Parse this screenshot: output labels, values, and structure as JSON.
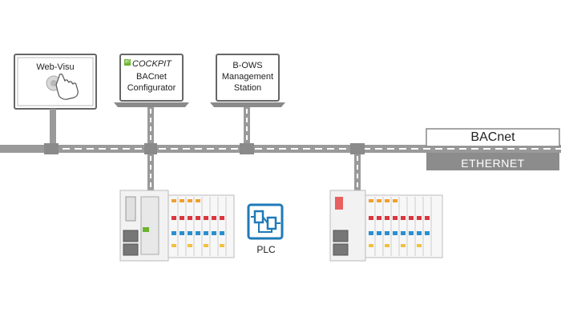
{
  "nodes": {
    "web_visu": {
      "label": "Web-Visu"
    },
    "cockpit": {
      "brand_badge": "e!",
      "brand_name": "COCKPIT",
      "line1": "BACnet",
      "line2": "Configurator"
    },
    "bows": {
      "line1": "B-OWS",
      "line2": "Management",
      "line3": "Station"
    }
  },
  "network": {
    "bacnet_label": "BACnet",
    "ethernet_label": "ETHERNET"
  },
  "plc": {
    "label": "PLC"
  },
  "colors": {
    "bus": "#999999",
    "device_frame": "#666666",
    "screen_bg": "#ffffff",
    "ethernet_band": "#888888",
    "accent_green": "#6bb32e",
    "plc_blue": "#1f7ab8",
    "terminal_red": "#d9363e",
    "terminal_blue": "#2a8fd0",
    "terminal_orange": "#f0a030"
  }
}
